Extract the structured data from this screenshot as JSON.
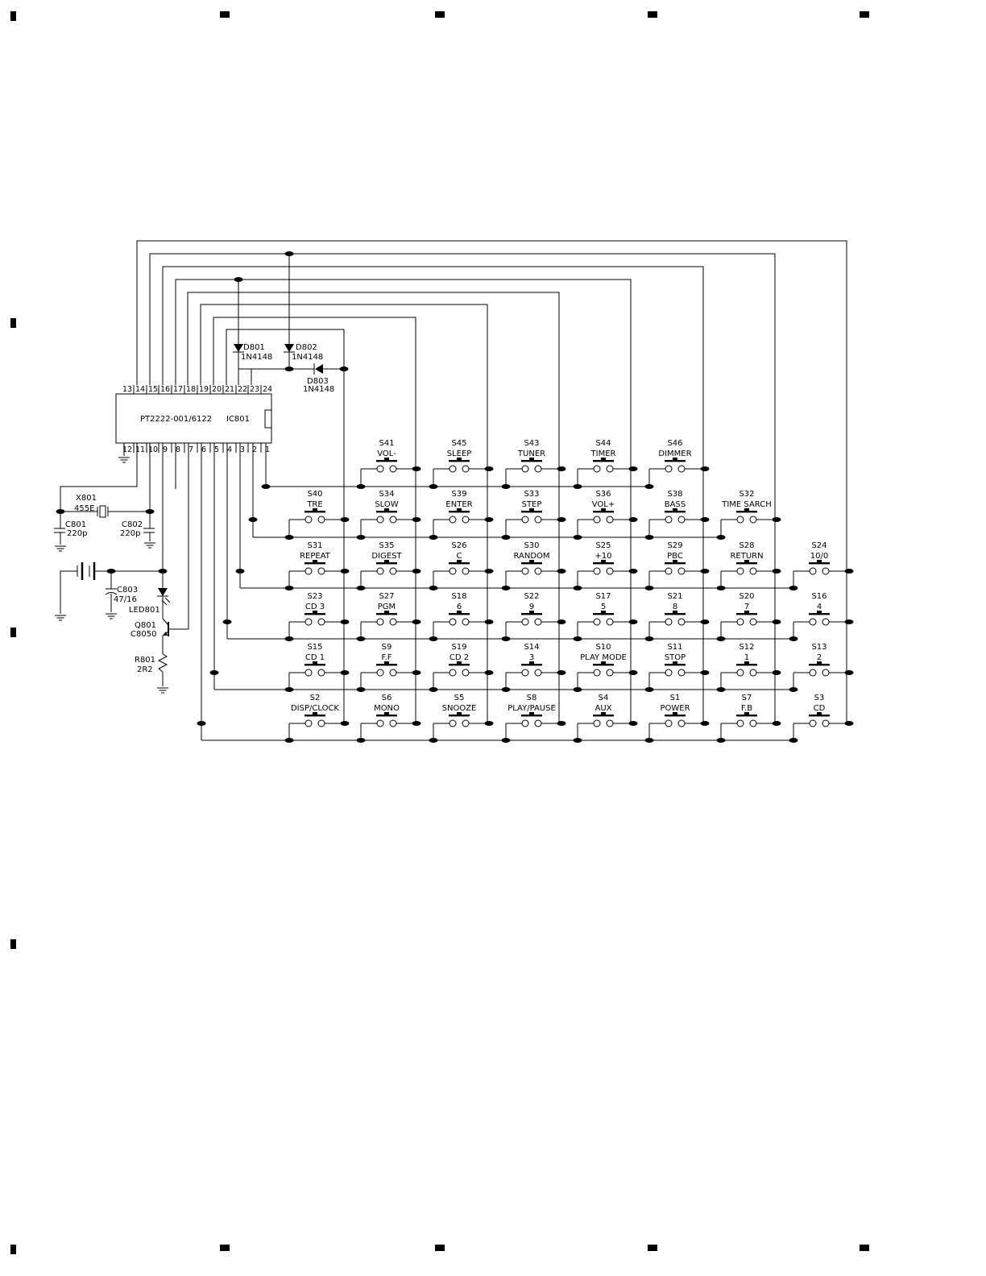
{
  "ic": {
    "part": "PT2222-001/6122",
    "ref": "IC801",
    "top_pins": [
      "13",
      "14",
      "15",
      "16",
      "17",
      "18",
      "19",
      "20",
      "21",
      "22",
      "23",
      "24"
    ],
    "bottom_pins": [
      "12",
      "11",
      "10",
      "9",
      "8",
      "7",
      "6",
      "5",
      "4",
      "3",
      "2",
      "1"
    ]
  },
  "components": {
    "d801_ref": "D801",
    "d801_val": "1N4148",
    "d802_ref": "D802",
    "d802_val": "1N4148",
    "d803_ref": "D803",
    "d803_val": "1N4148",
    "x801_ref": "X801",
    "x801_val": "455E",
    "c801_ref": "C801",
    "c801_val": "220p",
    "c802_ref": "C802",
    "c802_val": "220p",
    "c803_ref": "C803",
    "c803_val": "47/16",
    "led_ref": "LED801",
    "q801_ref": "Q801",
    "q801_val": "C8050",
    "r801_ref": "R801",
    "r801_val": "2R2"
  },
  "switch_rows": [
    [
      {
        "ref": "S41",
        "label": "VOL-"
      },
      {
        "ref": "S45",
        "label": "SLEEP"
      },
      {
        "ref": "S43",
        "label": "TUNER"
      },
      {
        "ref": "S44",
        "label": "TIMER"
      },
      {
        "ref": "S46",
        "label": "DIMMER"
      }
    ],
    [
      {
        "ref": "S40",
        "label": "TRE"
      },
      {
        "ref": "S34",
        "label": "SLOW"
      },
      {
        "ref": "S39",
        "label": "ENTER"
      },
      {
        "ref": "S33",
        "label": "STEP"
      },
      {
        "ref": "S36",
        "label": "VOL+"
      },
      {
        "ref": "S38",
        "label": "BASS"
      },
      {
        "ref": "S32",
        "label": "TIME SARCH"
      }
    ],
    [
      {
        "ref": "S31",
        "label": "REPEAT"
      },
      {
        "ref": "S35",
        "label": "DIGEST"
      },
      {
        "ref": "S26",
        "label": "C"
      },
      {
        "ref": "S30",
        "label": "RANDOM"
      },
      {
        "ref": "S25",
        "label": "+10"
      },
      {
        "ref": "S29",
        "label": "PBC"
      },
      {
        "ref": "S28",
        "label": "RETURN"
      },
      {
        "ref": "S24",
        "label": "10/0"
      }
    ],
    [
      {
        "ref": "S23",
        "label": "CD 3"
      },
      {
        "ref": "S27",
        "label": "PGM"
      },
      {
        "ref": "S18",
        "label": "6"
      },
      {
        "ref": "S22",
        "label": "9"
      },
      {
        "ref": "S17",
        "label": "5"
      },
      {
        "ref": "S21",
        "label": "8"
      },
      {
        "ref": "S20",
        "label": "7"
      },
      {
        "ref": "S16",
        "label": "4"
      }
    ],
    [
      {
        "ref": "S15",
        "label": "CD 1"
      },
      {
        "ref": "S9",
        "label": "F.F"
      },
      {
        "ref": "S19",
        "label": "CD 2"
      },
      {
        "ref": "S14",
        "label": "3"
      },
      {
        "ref": "S10",
        "label": "PLAY MODE"
      },
      {
        "ref": "S11",
        "label": "STOP"
      },
      {
        "ref": "S12",
        "label": "1"
      },
      {
        "ref": "S13",
        "label": "2"
      }
    ],
    [
      {
        "ref": "S2",
        "label": "DISP/CLOCK"
      },
      {
        "ref": "S6",
        "label": "MONO"
      },
      {
        "ref": "S5",
        "label": "SNOOZE"
      },
      {
        "ref": "S8",
        "label": "PLAY/PAUSE"
      },
      {
        "ref": "S4",
        "label": "AUX"
      },
      {
        "ref": "S1",
        "label": "POWER"
      },
      {
        "ref": "S7",
        "label": "F.B"
      },
      {
        "ref": "S3",
        "label": "CD"
      }
    ]
  ]
}
